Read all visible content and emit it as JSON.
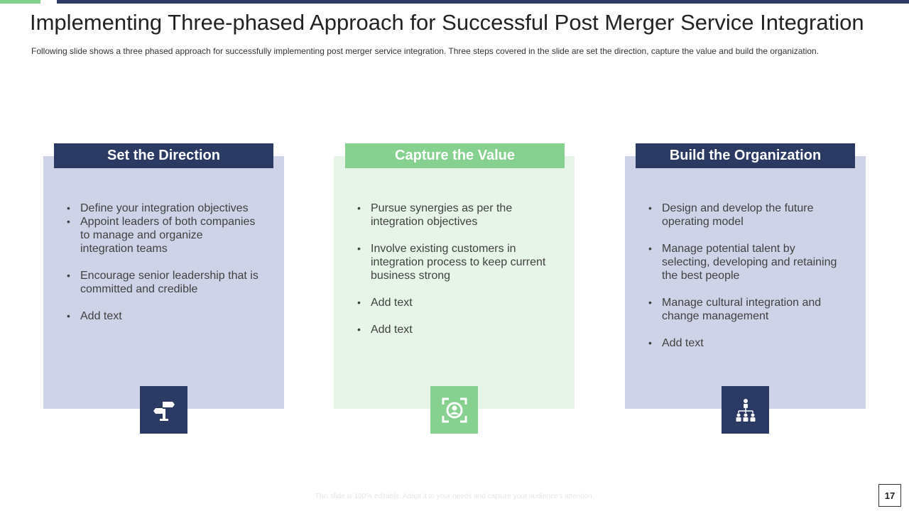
{
  "title": "Implementing Three-phased Approach for Successful Post Merger Service Integration",
  "subtitle": "Following slide shows a three phased approach for successfully implementing post merger service integration. Three steps covered in the slide are set the direction, capture the value and build the organization.",
  "colors": {
    "navy": "#2b3a63",
    "green": "#86d18f",
    "lavender_panel": "#cfd3e8",
    "mint_panel": "#e6f5e8"
  },
  "cards": [
    {
      "header": "Set the Direction",
      "icon": "signpost-icon",
      "bullets": [
        "Define your integration objectives",
        "Appoint leaders of both companies to manage and organize integration teams",
        "Encourage senior leadership that is committed and credible",
        "Add text"
      ]
    },
    {
      "header": "Capture the Value",
      "icon": "focus-user-icon",
      "bullets": [
        "Pursue synergies as per the integration objectives",
        "Involve existing customers in integration process to keep current business strong",
        "Add text",
        "Add text"
      ]
    },
    {
      "header": "Build the Organization",
      "icon": "org-hierarchy-icon",
      "bullets": [
        "Design and develop the future operating model",
        "Manage potential talent by selecting, developing and retaining the best people",
        "Manage cultural integration and change management",
        "Add text"
      ]
    }
  ],
  "footer_note": "This slide is 100% editable. Adapt it to your needs and capture your audience's attention.",
  "page_number": "17"
}
